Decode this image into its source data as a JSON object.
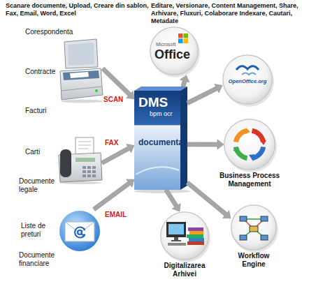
{
  "diagram": {
    "nodes": [
      {
        "text": [
          "SCAN"
        ]
      },
      {
        "text": [
          "Microsoft",
          "Office"
        ]
      },
      {
        "text": [
          "OpenOffice.org"
        ]
      },
      {
        "text": [
          "FAX"
        ]
      },
      {
        "text": [
          "DMS",
          "bpm ocr",
          "documenta"
        ]
      },
      {
        "text": [
          "Business Process Management"
        ]
      },
      {
        "text": [
          "EMAIL"
        ]
      },
      {
        "text": [
          "Workflow Engine"
        ]
      },
      {
        "text": [
          "Digitalizarea Arhivei"
        ]
      }
    ],
    "edges": [
      {
        "from": 0,
        "to": 4,
        "arrow": "to"
      },
      {
        "from": 3,
        "to": 4,
        "arrow": "to"
      },
      {
        "from": 6,
        "to": 4,
        "arrow": "to"
      },
      {
        "from": 4,
        "to": 1,
        "arrow": "to"
      },
      {
        "from": 4,
        "to": 2,
        "arrow": "to"
      },
      {
        "from": 4,
        "to": 5,
        "arrow": "to"
      },
      {
        "from": 4,
        "to": 7,
        "arrow": "to"
      },
      {
        "from": 4,
        "to": 8,
        "arrow": "to"
      }
    ],
    "labels": [
      "Scanare documente, Upload, Creare din sablon, Fax, Email, Word, Excel",
      "Editare, Versionare, Content Management, Share, Arhivare, Fluxuri, Colaborare Indexare, Cautari, Metadate",
      "Corespondenta",
      "Contracte",
      "Facturi",
      "Carti",
      "Documente legale",
      "Liste de preturi",
      "Documente financiare"
    ]
  }
}
